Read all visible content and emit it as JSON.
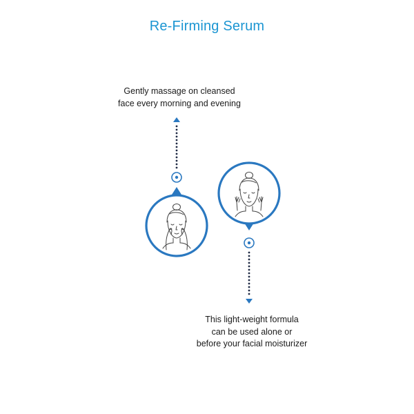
{
  "title": "Re-Firming Serum",
  "steps": [
    {
      "caption_lines": [
        "Gently massage on cleansed",
        "face every morning and evening"
      ],
      "illustration": "face-massage-hands-on-cheeks-icon"
    },
    {
      "caption_lines": [
        "This light-weight formula",
        "can be used alone or",
        "before your facial moisturizer"
      ],
      "illustration": "face-hands-raised-icon"
    }
  ],
  "colors": {
    "title": "#1b95d2",
    "circle": "#2a78c0",
    "dots": "#1f2a44",
    "text": "#1a1a1a",
    "line_art": "#444444"
  }
}
